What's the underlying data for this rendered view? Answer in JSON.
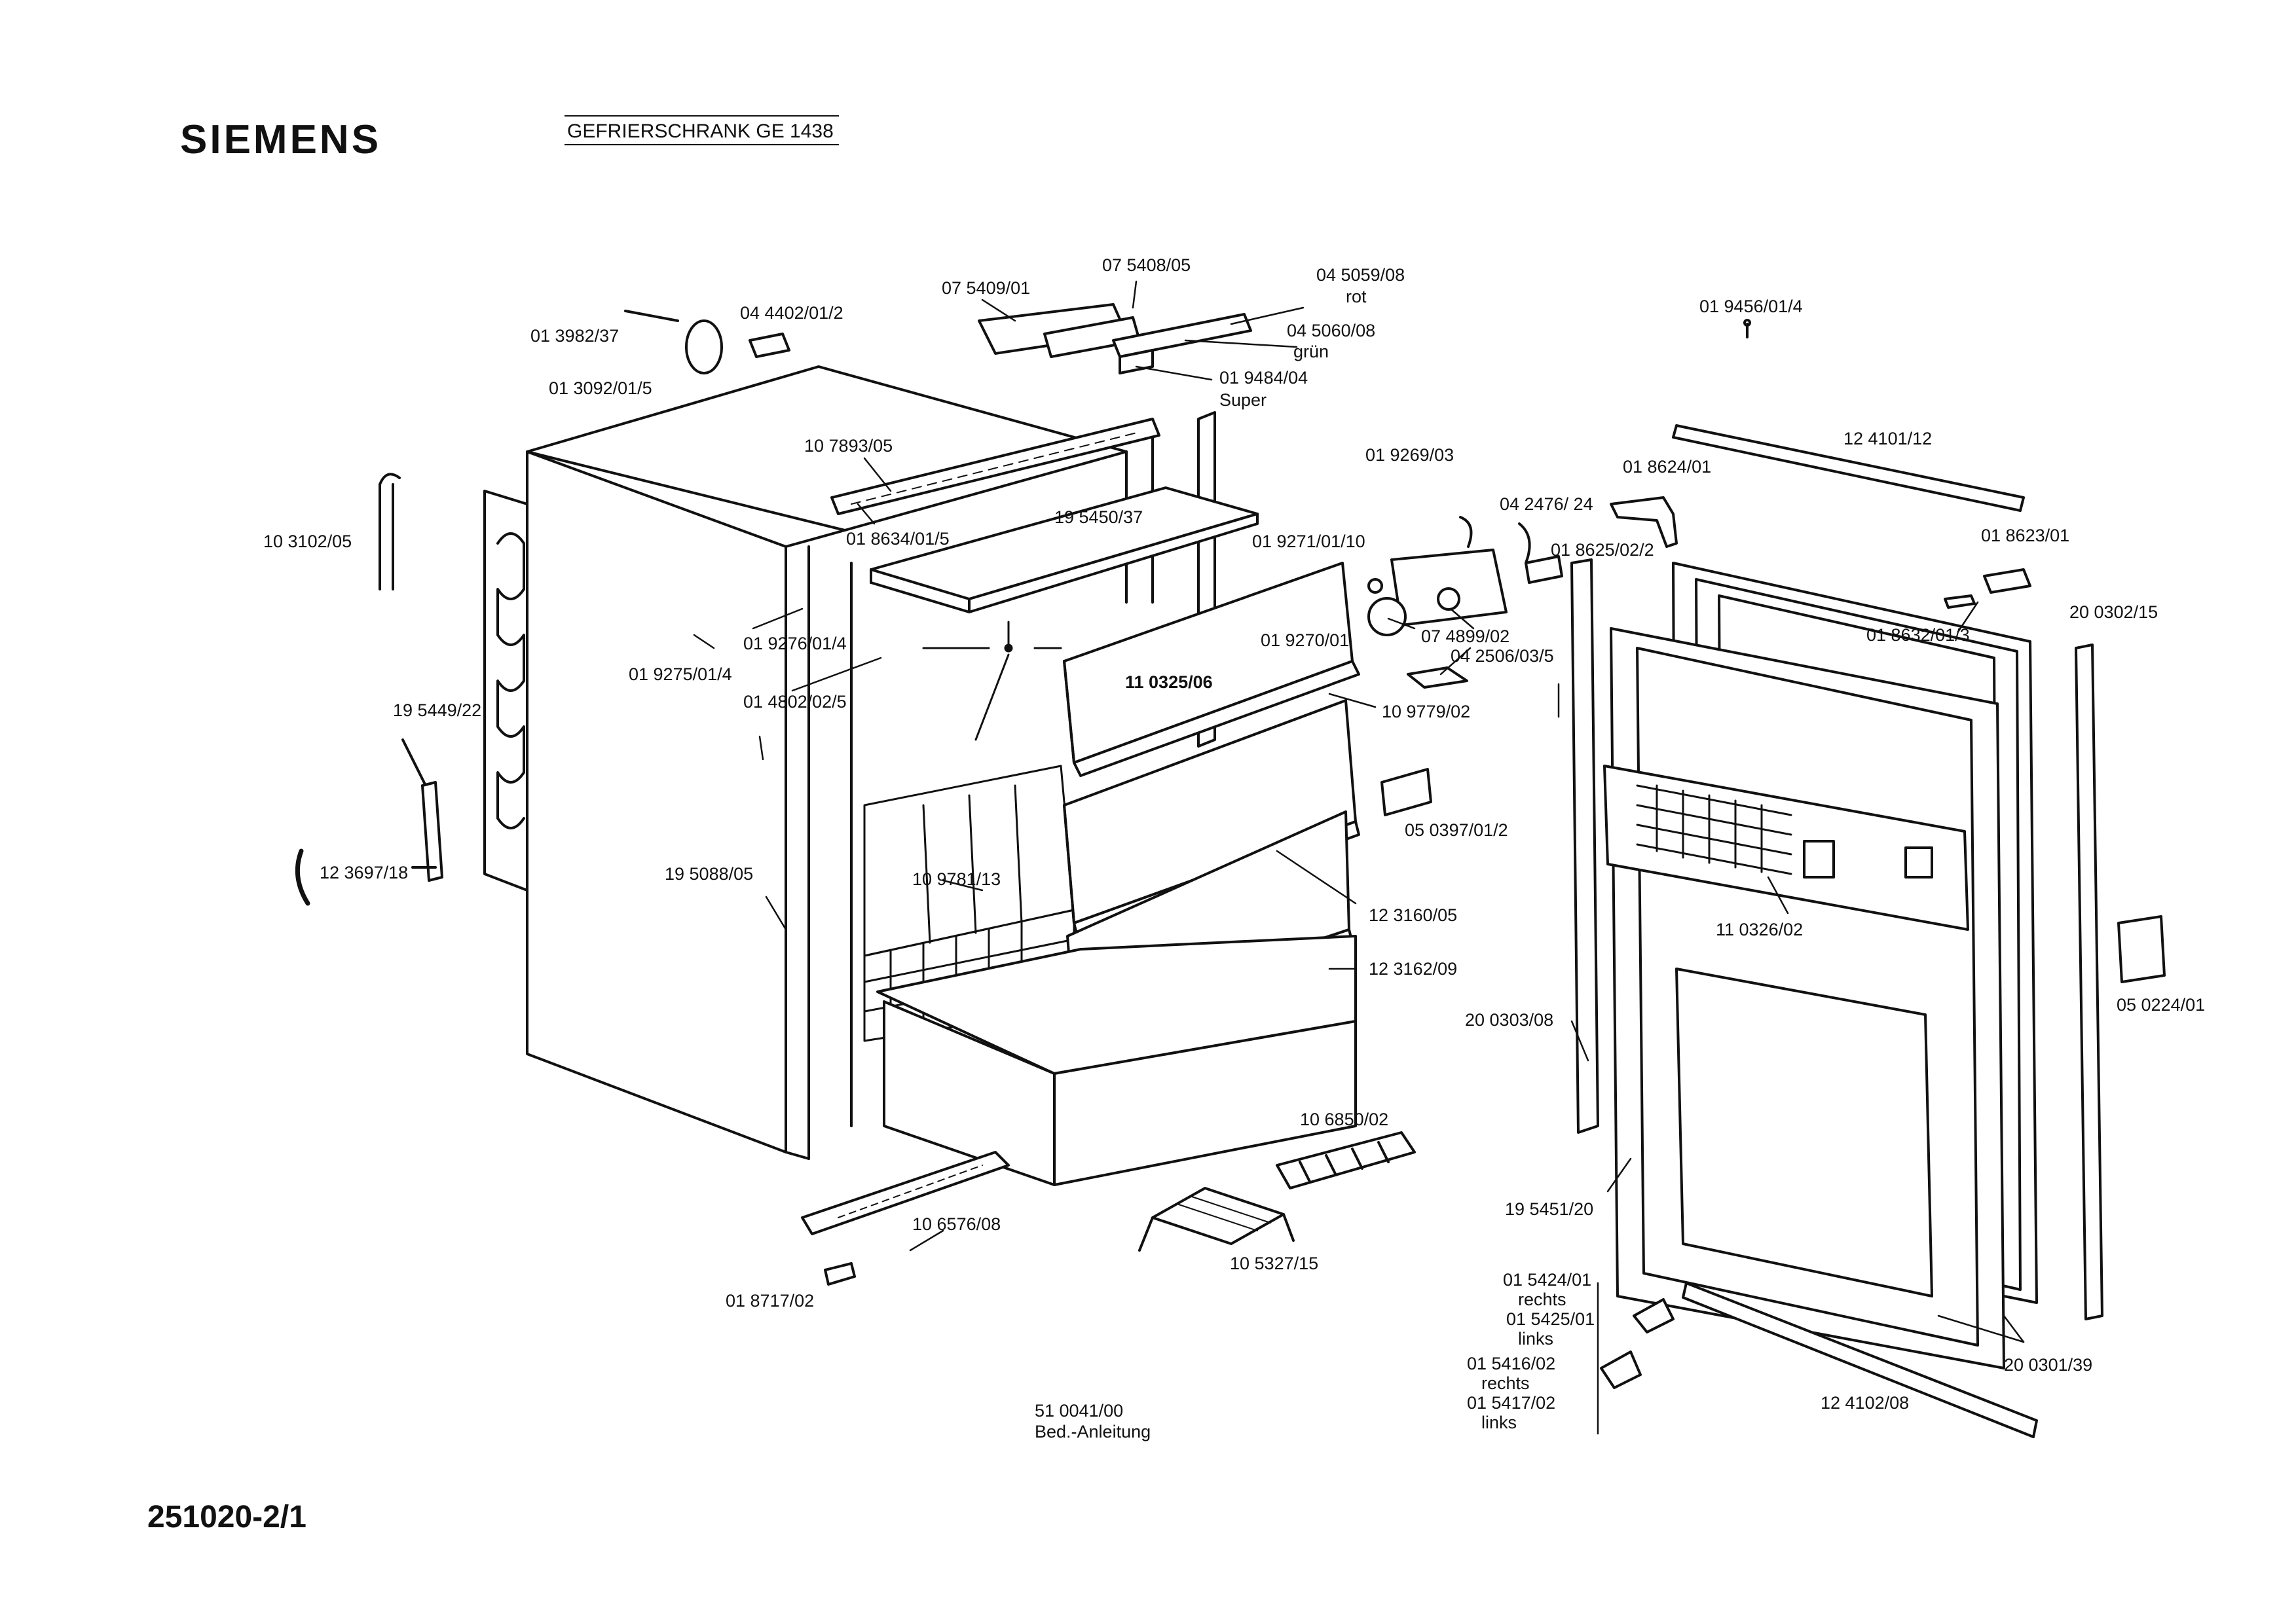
{
  "header": {
    "brand": "SIEMENS",
    "model": "GEFRIERSCHRANK GE 1438"
  },
  "footer": {
    "document_number": "251020-2/1"
  },
  "parts": {
    "p01_3982_37": "01 3982/37",
    "p01_3092_01_5": "01 3092/01/5",
    "p04_4402_01_2": "04 4402/01/2",
    "p07_5409_01": "07 5409/01",
    "p07_5408_05": "07 5408/05",
    "p04_5059_08": "04 5059/08",
    "p04_5059_08_note": "rot",
    "p04_5060_08": "04 5060/08",
    "p04_5060_08_note": "grün",
    "p01_9484_04": "01 9484/04",
    "p01_9484_04_note": "Super",
    "p01_9456_01_4": "01 9456/01/4",
    "p10_7893_05": "10 7893/05",
    "p19_5450_37": "19 5450/37",
    "p01_8634_01_5": "01 8634/01/5",
    "p10_3102_05": "10 3102/05",
    "p01_9269_03": "01 9269/03",
    "p12_4101_12": "12 4101/12",
    "p01_8624_01": "01 8624/01",
    "p04_2476_24": "04 2476/ 24",
    "p01_8625_02_2": "01 8625/02/2",
    "p01_8623_01": "01 8623/01",
    "p01_9271_01_10": "01 9271/01/10",
    "p01_9276_01_4": "01 9276/01/4",
    "p01_9275_01_4": "01 9275/01/4",
    "p01_4802_02_5": "01 4802/02/5",
    "p01_9270_01": "01 9270/01",
    "p07_4899_02": "07 4899/02",
    "p04_2506_03_5": "04 2506/03/5",
    "p11_0325_06": "11 0325/06",
    "p10_9779_02": "10 9779/02",
    "p01_8632_01_3": "01 8632/01/3",
    "p20_0302_15": "20 0302/15",
    "p19_5449_22": "19 5449/22",
    "p05_0397_01_2": "05 0397/01/2",
    "p12_3697_18": "12 3697/18",
    "p19_5088_05": "19 5088/05",
    "p10_9781_13": "10 9781/13",
    "p12_3160_05": "12 3160/05",
    "p11_0326_02": "11 0326/02",
    "p12_3162_09": "12 3162/09",
    "p05_0224_01": "05 0224/01",
    "p20_0303_08": "20 0303/08",
    "p10_6850_02": "10 6850/02",
    "p10_6576_08": "10 6576/08",
    "p10_5327_15": "10 5327/15",
    "p19_5451_20": "19 5451/20",
    "p01_8717_02": "01 8717/02",
    "p01_5424_01": "01 5424/01",
    "p01_5424_01_note": "rechts",
    "p01_5425_01": "01 5425/01",
    "p01_5425_01_note": "links",
    "p01_5416_02": "01 5416/02",
    "p01_5416_02_note": "rechts",
    "p01_5417_02": "01 5417/02",
    "p01_5417_02_note": "links",
    "p20_0301_39": "20 0301/39",
    "p51_0041_00": "51 0041/00",
    "p51_0041_00_note": "Bed.-Anleitung",
    "p12_4102_08": "12 4102/08"
  }
}
